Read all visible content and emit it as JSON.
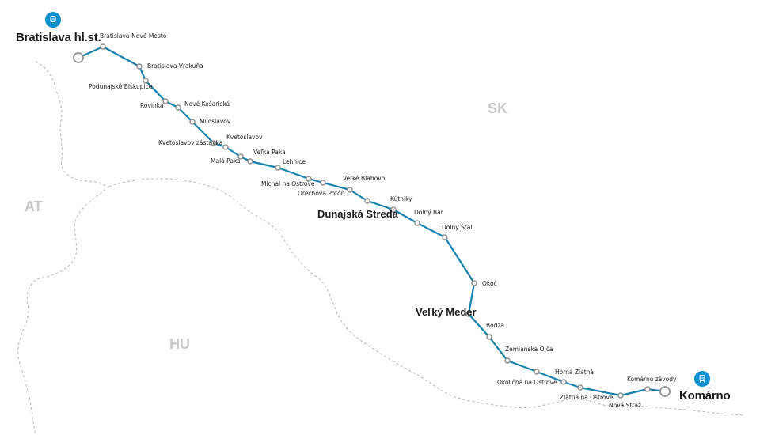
{
  "countries": {
    "at": "AT",
    "sk": "SK",
    "hu": "HU"
  },
  "colors": {
    "line": "#1681ad",
    "border": "#b5b5b5",
    "station_stroke": "#8f8f8f",
    "icon": "#0a8fd0"
  },
  "icons": {
    "start": "train-icon",
    "end": "train-icon"
  },
  "stations": [
    {
      "name": "Bratislava hl.st.",
      "kind": "terminal"
    },
    {
      "name": "Bratislava-Nové Mesto",
      "kind": "minor"
    },
    {
      "name": "Bratislava-Vrakuňa",
      "kind": "minor"
    },
    {
      "name": "Podunajské Biskupice",
      "kind": "minor"
    },
    {
      "name": "Rovinka",
      "kind": "minor"
    },
    {
      "name": "Nové Košariská",
      "kind": "minor"
    },
    {
      "name": "Miloslavov",
      "kind": "minor"
    },
    {
      "name": "Kvetoslavov zástavka",
      "kind": "minor"
    },
    {
      "name": "Kvetoslavov",
      "kind": "minor"
    },
    {
      "name": "Malá Paka",
      "kind": "minor"
    },
    {
      "name": "Veľká Paka",
      "kind": "minor"
    },
    {
      "name": "Lehnice",
      "kind": "minor"
    },
    {
      "name": "Michal na Ostrove",
      "kind": "minor"
    },
    {
      "name": "Orechová Potôň",
      "kind": "minor"
    },
    {
      "name": "Veľké Blahovo",
      "kind": "minor"
    },
    {
      "name": "Dunajská Streda",
      "kind": "major"
    },
    {
      "name": "Kútniky",
      "kind": "minor"
    },
    {
      "name": "Dolný Bar",
      "kind": "minor"
    },
    {
      "name": "Dolný Štál",
      "kind": "minor"
    },
    {
      "name": "Okoč",
      "kind": "minor"
    },
    {
      "name": "Veľký Meder",
      "kind": "major"
    },
    {
      "name": "Bodza",
      "kind": "minor"
    },
    {
      "name": "Zemianska Olča",
      "kind": "minor"
    },
    {
      "name": "Okoličná na Ostrove",
      "kind": "minor"
    },
    {
      "name": "Horná Zlatná",
      "kind": "minor"
    },
    {
      "name": "Zlatná na Ostrove",
      "kind": "minor"
    },
    {
      "name": "Nová Stráž",
      "kind": "minor"
    },
    {
      "name": "Komárno závody",
      "kind": "minor"
    },
    {
      "name": "Komárno",
      "kind": "terminal"
    }
  ]
}
